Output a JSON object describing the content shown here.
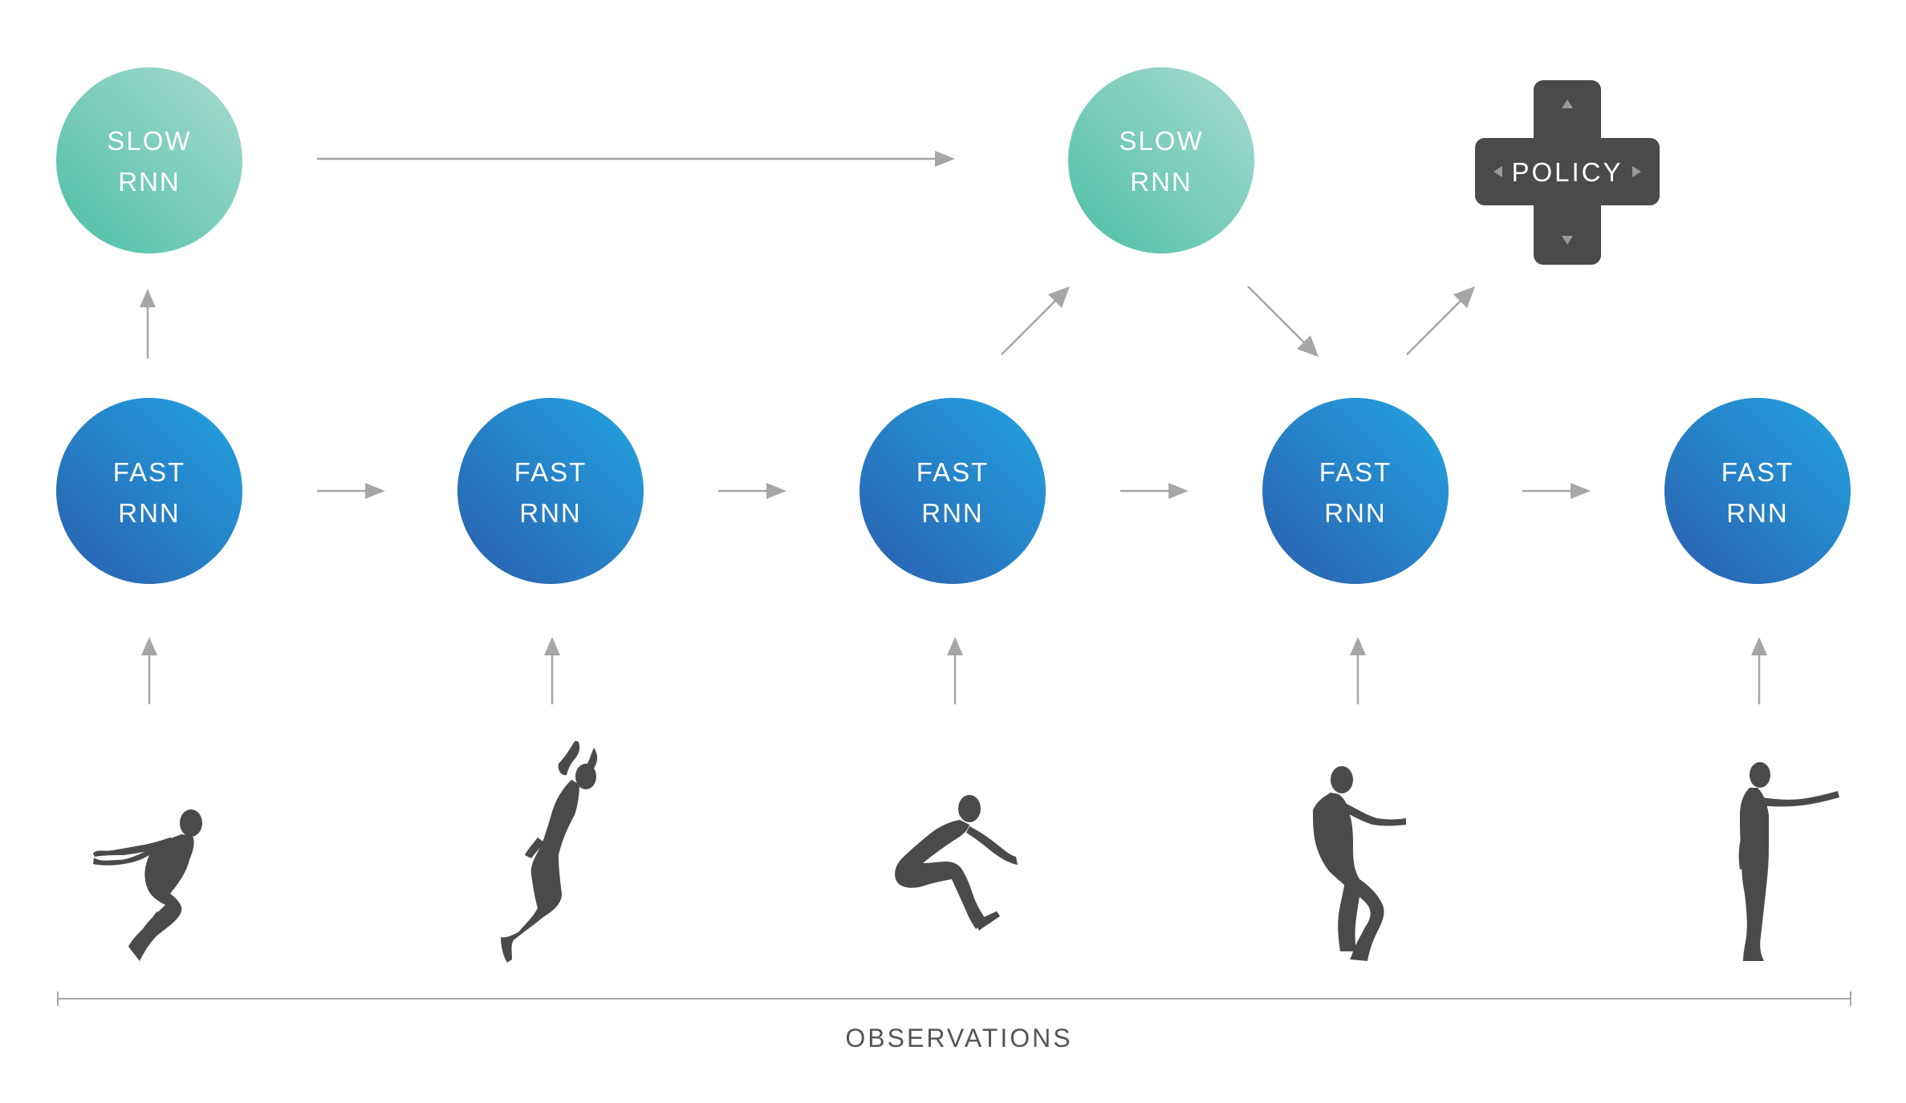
{
  "nodes": {
    "slow_1": {
      "line1": "SLOW",
      "line2": "RNN"
    },
    "slow_2": {
      "line1": "SLOW",
      "line2": "RNN"
    },
    "fast_1": {
      "line1": "FAST",
      "line2": "RNN"
    },
    "fast_2": {
      "line1": "FAST",
      "line2": "RNN"
    },
    "fast_3": {
      "line1": "FAST",
      "line2": "RNN"
    },
    "fast_4": {
      "line1": "FAST",
      "line2": "RNN"
    },
    "fast_5": {
      "line1": "FAST",
      "line2": "RNN"
    }
  },
  "policy": {
    "label": "POLICY"
  },
  "observations": {
    "label": "OBSERVATIONS"
  },
  "colors": {
    "slow_start": "#4dbfa5",
    "slow_end": "#9bd5c8",
    "fast_start": "#2a64b2",
    "fast_end": "#25a0dd",
    "policy": "#4a4a4c",
    "arrow": "#a6a6a8",
    "figure": "#4a4a4c"
  },
  "icons": {
    "policy": "dpad-icon",
    "observation_figures": [
      "crouch-figure-icon",
      "jump-figure-icon",
      "tuck-jump-figure-icon",
      "landing-figure-icon",
      "standing-figure-icon"
    ]
  }
}
